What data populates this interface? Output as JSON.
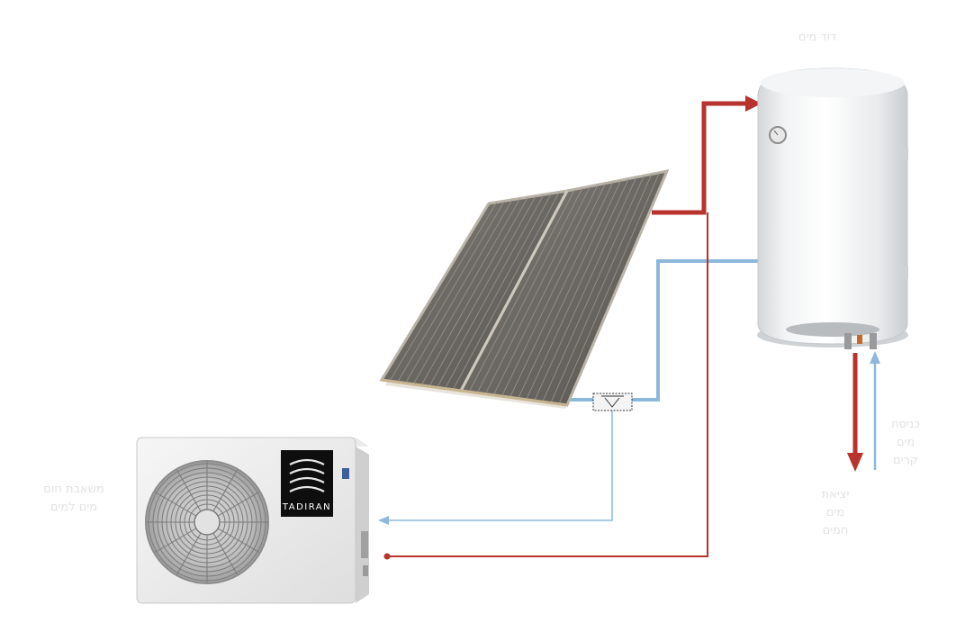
{
  "labels": {
    "tank": "דוד מים",
    "cold_in": [
      "כניסת",
      "מים",
      "קרים"
    ],
    "hot_out": [
      "יציאת",
      "מים",
      "חמים"
    ],
    "heat_pump": [
      "משאבת חום",
      "מים למים"
    ]
  },
  "brand": "TADIRAN",
  "colors": {
    "hot_pipe": "#b8332e",
    "cold_pipe": "#8cb8dc",
    "label_text": "#e2e2e2"
  }
}
